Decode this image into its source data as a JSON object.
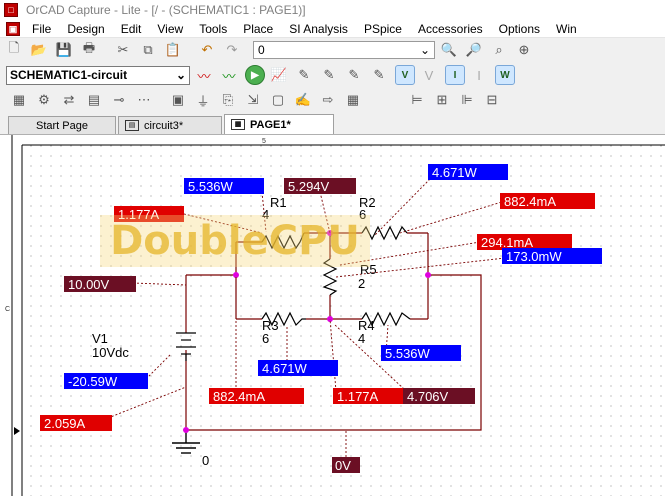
{
  "window": {
    "title": "OrCAD Capture - Lite - [/ - (SCHEMATIC1 : PAGE1)]"
  },
  "menu": [
    "File",
    "Design",
    "Edit",
    "View",
    "Tools",
    "Place",
    "SI Analysis",
    "PSpice",
    "Accessories",
    "Options",
    "Win"
  ],
  "toolbar": {
    "zoom_value": "0",
    "schematic_select": "SCHEMATIC1-circuit",
    "icons_row1": [
      "new-icon",
      "open-icon",
      "save-icon",
      "print-icon",
      "cut-icon",
      "copy-icon",
      "paste-icon",
      "undo-icon",
      "redo-icon"
    ],
    "icons_row1_right": [
      "zoom-in-icon",
      "zoom-out-icon",
      "zoom-area-icon",
      "zoom-all-icon"
    ],
    "icons_row2": [
      "new-simulation-icon",
      "edit-simulation-icon",
      "run-icon",
      "view-results-icon",
      "voltage-probe-icon",
      "current-probe-icon",
      "power-probe-icon",
      "diff-probe-icon"
    ],
    "icons_row2_right_labels": [
      "V",
      "I",
      "W"
    ]
  },
  "tabs": [
    {
      "label": "Start Page"
    },
    {
      "label": "circuit3*"
    },
    {
      "label": "PAGE1*"
    }
  ],
  "components": {
    "R1": {
      "name": "R1",
      "value": "4"
    },
    "R2": {
      "name": "R2",
      "value": "6"
    },
    "R3": {
      "name": "R3",
      "value": "6"
    },
    "R4": {
      "name": "R4",
      "value": "4"
    },
    "R5": {
      "name": "R5",
      "value": "2"
    },
    "V1": {
      "name": "V1",
      "value": "10Vdc"
    },
    "ground": "0"
  },
  "labels": {
    "r1_power": "5.536W",
    "r1_top_voltage": "5.294V",
    "r2_power": "4.671W",
    "r2_current": "882.4mA",
    "r1_current": "1.177A",
    "r5_current": "294.1mA",
    "r5_power": "173.0mW",
    "node_voltage": "10.00V",
    "v1_power": "-20.59W",
    "v1_current": "2.059A",
    "r3_power": "4.671W",
    "r4_power": "5.536W",
    "r3_current": "882.4mA",
    "r4_current": "1.177A",
    "r4_voltage": "4.706V",
    "ground_voltage": "0V"
  },
  "watermark": "DoubleCPU",
  "colors": {
    "power_label_bg": "#0000ff",
    "current_label_bg": "#e00000",
    "voltage_label_bg": "#6b0f24",
    "wire": "#7a0000",
    "dot": "#e000e0"
  }
}
